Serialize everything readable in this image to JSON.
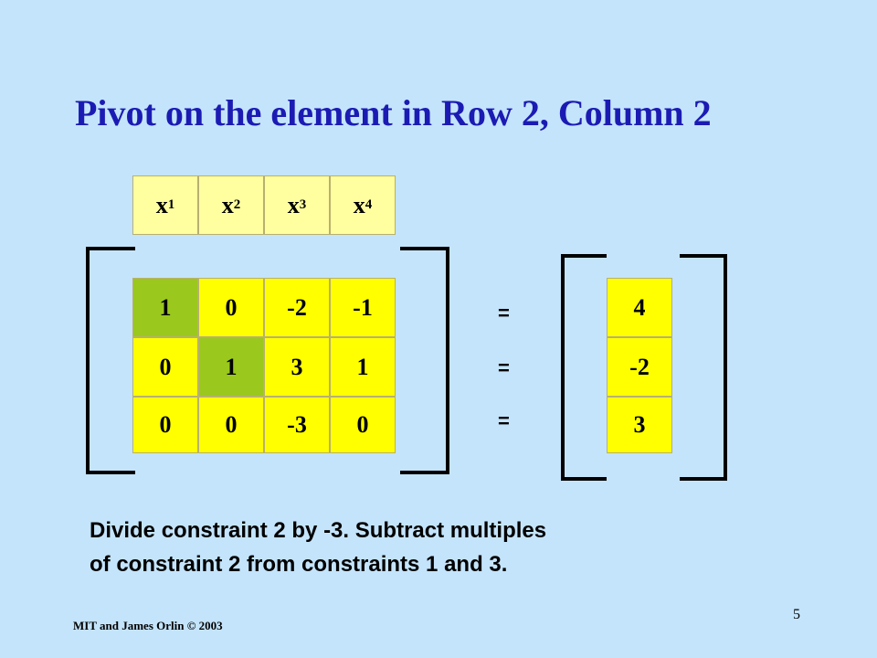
{
  "slide": {
    "title": "Pivot on the element in Row 2, Column 2",
    "variables": [
      {
        "base": "x",
        "sub": "1"
      },
      {
        "base": "x",
        "sub": "2"
      },
      {
        "base": "x",
        "sub": "3"
      },
      {
        "base": "x",
        "sub": "4"
      }
    ],
    "matrix": [
      [
        "1",
        "0",
        "-2",
        "-1"
      ],
      [
        "0",
        "1",
        "3",
        "1"
      ],
      [
        "0",
        "0",
        "-3",
        "0"
      ]
    ],
    "pivot": {
      "row": 2,
      "column": 2
    },
    "equals": [
      "=",
      "=",
      "="
    ],
    "rhs": [
      "4",
      "-2",
      "3"
    ],
    "note_line1": "Divide constraint 2 by -3. Subtract multiples",
    "note_line2": "of constraint 2 from constraints 1 and 3.",
    "footer": "MIT and James Orlin © 2003",
    "page_number": "5",
    "colors": {
      "background": "#c4e4fb",
      "title": "#1b1bb4",
      "cell": "#ffff00",
      "header_cell": "#ffffa0",
      "pivot_cell": "#9ac81c"
    }
  }
}
